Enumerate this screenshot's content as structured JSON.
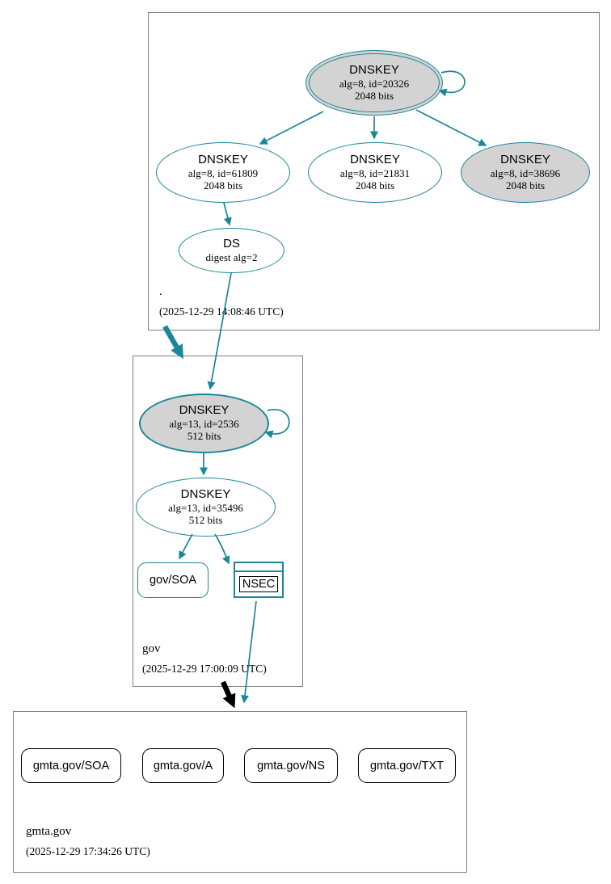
{
  "colors": {
    "secure_teal": "#1a869a",
    "key_fill_gray": "#d3d3d3",
    "cluster_border_gray": "#808080",
    "insecure_black": "#000000"
  },
  "zones": [
    {
      "label": ".",
      "timestamp": "(2025-12-29 14:08:46 UTC)",
      "nodes": {
        "ksk": {
          "title": "DNSKEY",
          "detail1": "alg=8, id=20326",
          "detail2": "2048 bits"
        },
        "key61809": {
          "title": "DNSKEY",
          "detail1": "alg=8, id=61809",
          "detail2": "2048 bits"
        },
        "key21831": {
          "title": "DNSKEY",
          "detail1": "alg=8, id=21831",
          "detail2": "2048 bits"
        },
        "key38696": {
          "title": "DNSKEY",
          "detail1": "alg=8, id=38696",
          "detail2": "2048 bits"
        },
        "ds": {
          "title": "DS",
          "detail1": "digest alg=2"
        }
      }
    },
    {
      "label": "gov",
      "timestamp": "(2025-12-29 17:00:09 UTC)",
      "nodes": {
        "ksk": {
          "title": "DNSKEY",
          "detail1": "alg=13, id=2536",
          "detail2": "512 bits"
        },
        "zsk": {
          "title": "DNSKEY",
          "detail1": "alg=13, id=35496",
          "detail2": "512 bits"
        },
        "soa": {
          "label": "gov/SOA"
        },
        "nsec": {
          "label": "NSEC"
        }
      }
    },
    {
      "label": "gmta.gov",
      "timestamp": "(2025-12-29 17:34:26 UTC)",
      "rrsets": [
        {
          "label": "gmta.gov/SOA"
        },
        {
          "label": "gmta.gov/A"
        },
        {
          "label": "gmta.gov/NS"
        },
        {
          "label": "gmta.gov/TXT"
        }
      ]
    }
  ]
}
